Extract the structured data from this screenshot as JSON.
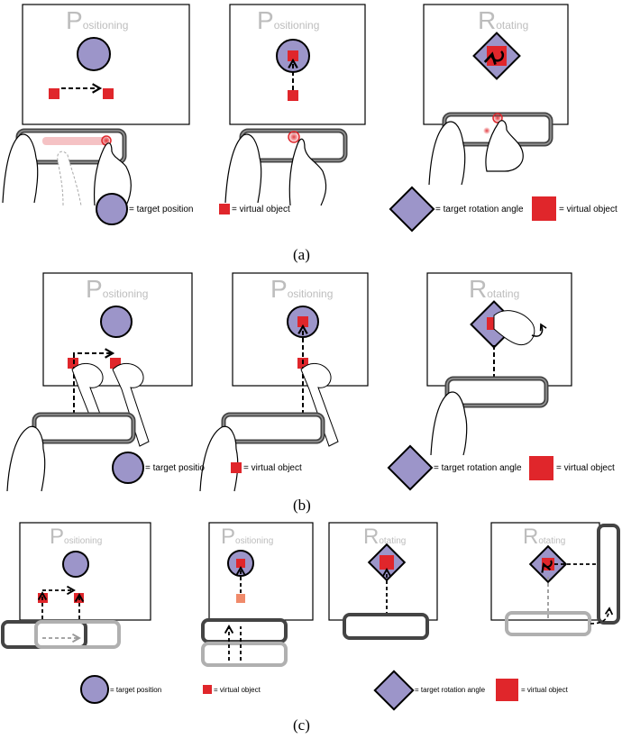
{
  "panel_a": {
    "caption": "(a)",
    "frames": [
      {
        "title_initial": "P",
        "title_rest": "ositioning"
      },
      {
        "title_initial": "P",
        "title_rest": "ositioning"
      },
      {
        "title_initial": "R",
        "title_rest": "otating"
      }
    ],
    "legend": {
      "target_position": "= target position",
      "virtual_object_1": "= virtual object",
      "target_rotation": "= target rotation angle",
      "virtual_object_2": "= virtual object"
    }
  },
  "panel_b": {
    "caption": "(b)",
    "frames": [
      {
        "title_initial": "P",
        "title_rest": "ositioning"
      },
      {
        "title_initial": "P",
        "title_rest": "ositioning"
      },
      {
        "title_initial": "R",
        "title_rest": "otating"
      }
    ],
    "legend": {
      "target_position": "= target positio",
      "virtual_object_1": "= virtual object",
      "target_rotation": "= target rotation angle",
      "virtual_object_2": "= virtual object"
    }
  },
  "panel_c": {
    "caption": "(c)",
    "frames": [
      {
        "title_initial": "P",
        "title_rest": "ositioning"
      },
      {
        "title_initial": "P",
        "title_rest": "ositioning"
      },
      {
        "title_initial": "R",
        "title_rest": "otating"
      },
      {
        "title_initial": "R",
        "title_rest": "otating"
      }
    ],
    "legend": {
      "target_position": "= target position",
      "virtual_object_1": "= virtual object",
      "target_rotation": "= target rotation angle",
      "virtual_object_2": "= virtual object"
    }
  },
  "colors": {
    "target": "#9c95c9",
    "object": "#e0262b",
    "object_faded": "#f08a6a",
    "title_gray": "#bdbdbd",
    "device_shadow": "#b0b0b0"
  }
}
